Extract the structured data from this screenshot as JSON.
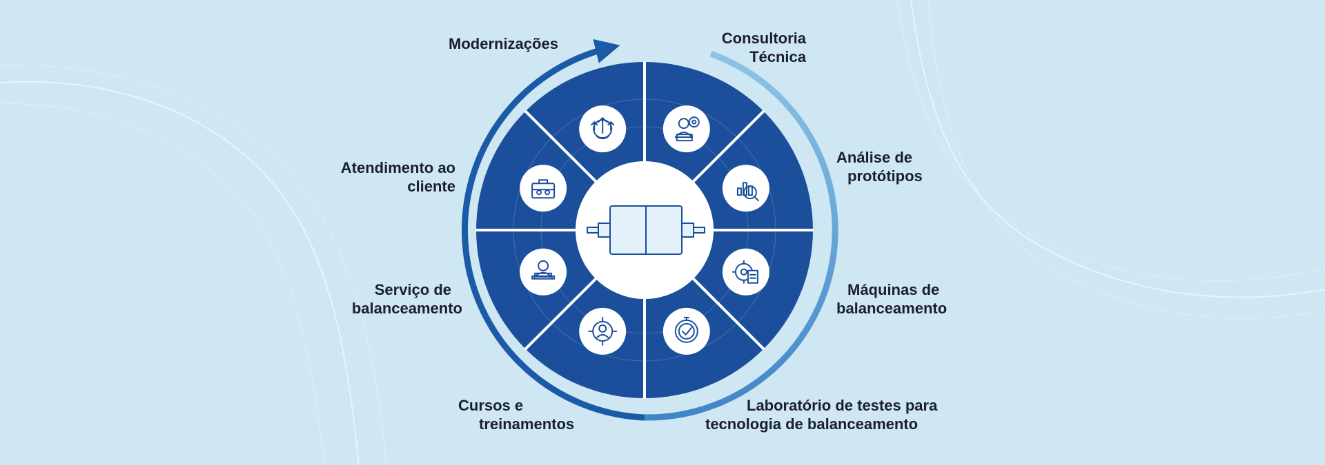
{
  "diagram": {
    "colors": {
      "background": "#cfe7f3",
      "segment": "#1b4f9c",
      "divider": "#ffffff",
      "icon_line": "#1b4f9c",
      "ring_dark": "#1b5aa6",
      "ring_light": "#8cc4e6",
      "text": "#1a1f2b"
    },
    "center": {
      "icon": "balancing-rotor-icon"
    },
    "segments": [
      {
        "id": "modernizacoes",
        "icon": "upgrade-gear-icon",
        "label_lines": [
          "Modernizações"
        ]
      },
      {
        "id": "consultoria",
        "icon": "consultant-gear-icon",
        "label_lines": [
          "Consultoria",
          "Técnica"
        ]
      },
      {
        "id": "analise",
        "icon": "chart-magnifier-icon",
        "label_lines": [
          "Análise de",
          "protótipos"
        ]
      },
      {
        "id": "maquinas",
        "icon": "gear-document-icon",
        "label_lines": [
          "Máquinas de",
          "balanceamento"
        ]
      },
      {
        "id": "laboratorio",
        "icon": "check-badge-icon",
        "label_lines": [
          "Laboratório de testes para",
          "tecnologia de balanceamento"
        ]
      },
      {
        "id": "cursos",
        "icon": "person-target-icon",
        "label_lines": [
          "Cursos e",
          "treinamentos"
        ]
      },
      {
        "id": "servico",
        "icon": "person-laptop-icon",
        "label_lines": [
          "Serviço de",
          "balanceamento"
        ]
      },
      {
        "id": "atendimento",
        "icon": "toolbox-icon",
        "label_lines": [
          "Atendimento ao",
          "cliente"
        ]
      }
    ]
  }
}
